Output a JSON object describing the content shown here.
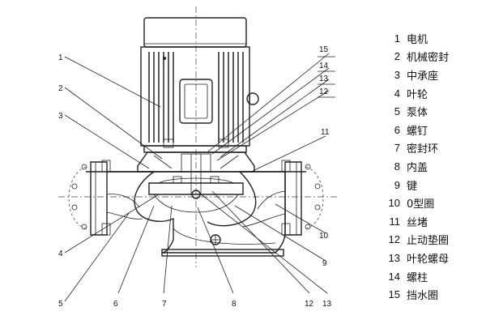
{
  "legend": [
    {
      "num": "1",
      "name": "电机"
    },
    {
      "num": "2",
      "name": "机械密封"
    },
    {
      "num": "3",
      "name": "中承座"
    },
    {
      "num": "4",
      "name": "叶轮"
    },
    {
      "num": "5",
      "name": "泵体"
    },
    {
      "num": "6",
      "name": "螺钉"
    },
    {
      "num": "7",
      "name": "密封环"
    },
    {
      "num": "8",
      "name": "内盖"
    },
    {
      "num": "9",
      "name": "键"
    },
    {
      "num": "10",
      "name": "0型圈"
    },
    {
      "num": "11",
      "name": "丝堵"
    },
    {
      "num": "12",
      "name": "止动垫圈"
    },
    {
      "num": "13",
      "name": "叶轮螺母"
    },
    {
      "num": "14",
      "name": "螺柱"
    },
    {
      "num": "15",
      "name": "挡水圈"
    }
  ],
  "callouts": {
    "c1": "1",
    "c2": "2",
    "c3": "3",
    "c4": "4",
    "c5": "5",
    "c6": "6",
    "c7": "7",
    "c8": "8",
    "c9": "9",
    "c10": "10",
    "c11": "11",
    "c12": "12",
    "c13": "13",
    "c14": "14",
    "c15": "15",
    "c12b": "12",
    "c13b": "13"
  }
}
